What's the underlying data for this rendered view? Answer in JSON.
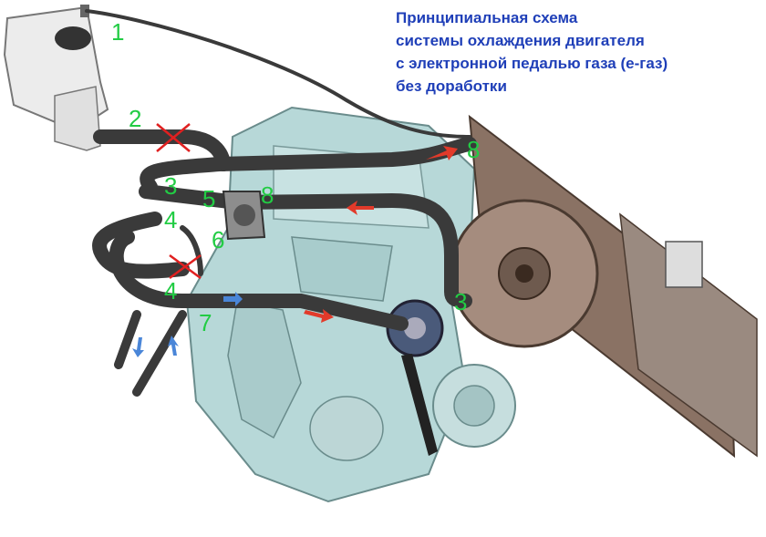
{
  "title": {
    "lines": [
      "Принципиальная схема",
      "системы охлаждения двигателя",
      "с электронной педалью газа (е-газ)",
      "без доработки"
    ],
    "color": "#1f3fb8"
  },
  "labels": {
    "color": "#22cc44",
    "reservoir": "1",
    "removed_hose_top": "2",
    "pipe_upper_left": "3",
    "pipe_left_mid": "4",
    "throttle_port": "5",
    "throttle_outlet": "6",
    "removed_hose_bottom": "4",
    "heater_inlet": "7",
    "thermostat_outlet": "8",
    "radiator_inlet": "8",
    "radiator_outlet": "3"
  },
  "removed_marks": [
    "red-x-upper",
    "red-x-lower"
  ],
  "colors": {
    "hose": "#3a3a3a",
    "engine": "#b7d8d8",
    "radiator": "#8a7264",
    "arrow_flow": "#e23a2a",
    "arrow_return": "#4a86d8"
  }
}
